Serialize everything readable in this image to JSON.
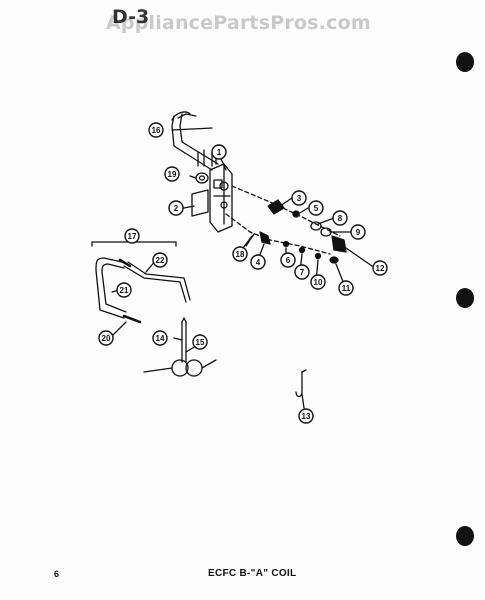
{
  "header": {
    "watermark": "AppliancePartsPros.com",
    "section_code": "D-3"
  },
  "footer": {
    "page_number": "6",
    "caption": "ECFC B-\"A\" COIL"
  },
  "callouts": [
    "1",
    "2",
    "3",
    "5",
    "8",
    "9",
    "12",
    "11",
    "10",
    "7",
    "6",
    "4",
    "18",
    "19",
    "16",
    "17",
    "22",
    "21",
    "20",
    "14",
    "15",
    "13"
  ],
  "icons": [
    "punch-hole-icon"
  ]
}
